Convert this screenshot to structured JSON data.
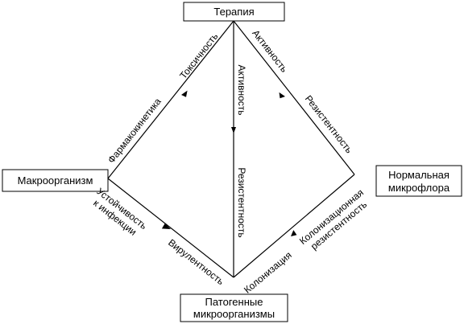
{
  "nodes": {
    "therapy": {
      "lines": [
        "Терапия"
      ]
    },
    "macroorganism": {
      "lines": [
        "Макроорганизм"
      ]
    },
    "normal_flora": {
      "lines": [
        "Нормальная",
        "микрофлора"
      ]
    },
    "pathogens": {
      "lines": [
        "Патогенные",
        "микроорганизмы"
      ]
    }
  },
  "edge_labels": {
    "toxicity": "Токсичность",
    "pharmacokinetics": "Фармакокинетика",
    "activity_right": "Активность",
    "resistance_right": "Резистентность",
    "activity_center": "Активность",
    "resistance_center": "Резистентность",
    "infection_resistance": [
      "Устойчивость",
      "к инфекции"
    ],
    "virulence": "Вирулентность",
    "colonization": "Колонизация",
    "colonization_resistance": [
      "Колонизационная",
      "резистентность"
    ]
  }
}
